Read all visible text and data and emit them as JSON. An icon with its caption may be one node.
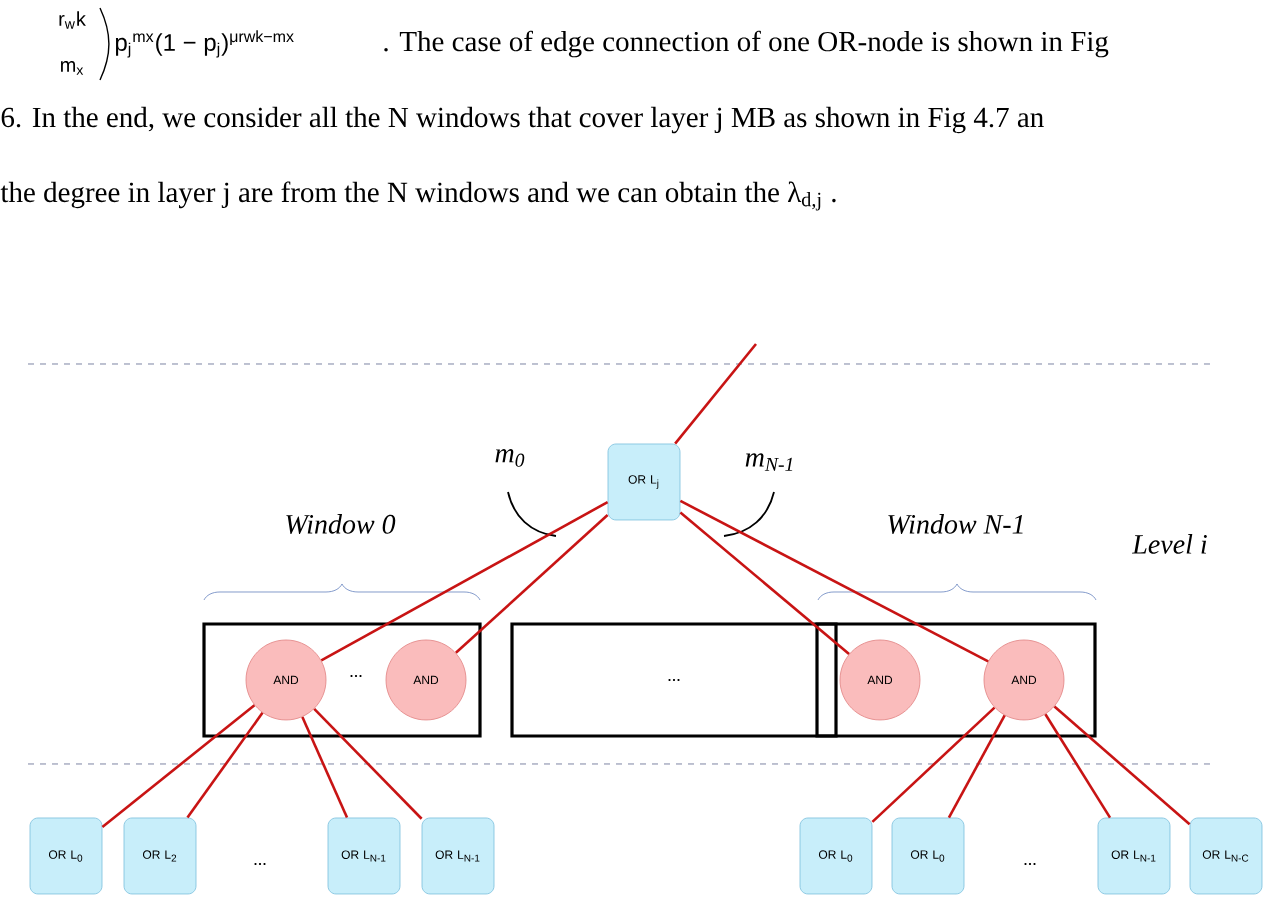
{
  "diagram": {
    "nodes": [
      {
        "text": [
          "OR L$_{j}$"
        ]
      },
      {
        "text": [],
        "shape": "box"
      },
      {
        "text": [
          "AND"
        ],
        "in": 1
      },
      {
        "text": [
          "AND"
        ],
        "in": 1
      },
      {
        "text": [
          "..."
        ]
      },
      {
        "text": [],
        "shape": "box"
      },
      {
        "text": [
          "AND"
        ],
        "in": 5
      },
      {
        "text": [
          "AND"
        ],
        "in": 5
      },
      {
        "text": [
          "OR L$_{0}$"
        ]
      },
      {
        "text": [
          "OR L$_{2}$"
        ]
      },
      {
        "text": [
          "OR L$_{N-1}$"
        ]
      },
      {
        "text": [
          "OR L$_{N-1}$"
        ]
      },
      {
        "text": [
          "OR L$_{0}$"
        ]
      },
      {
        "text": [
          "OR L$_{0}$"
        ]
      },
      {
        "text": [
          "OR L$_{N-1}$"
        ]
      },
      {
        "text": [
          "OR L$_{N-C}$"
        ]
      }
    ],
    "edges": [
      {
        "from": 0,
        "to": 2,
        "arrow": "none"
      },
      {
        "from": 0,
        "to": 3,
        "arrow": "none"
      },
      {
        "from": 0,
        "to": 6,
        "arrow": "none"
      },
      {
        "from": 0,
        "to": 7,
        "arrow": "none"
      },
      {
        "from": 0,
        "to": null,
        "arrow": "none"
      },
      {
        "from": 2,
        "to": 8,
        "arrow": "none"
      },
      {
        "from": 2,
        "to": 9,
        "arrow": "none"
      },
      {
        "from": 2,
        "to": 10,
        "arrow": "none"
      },
      {
        "from": 2,
        "to": 11,
        "arrow": "none"
      },
      {
        "from": 7,
        "to": 12,
        "arrow": "none"
      },
      {
        "from": 7,
        "to": 13,
        "arrow": "none"
      },
      {
        "from": 7,
        "to": 14,
        "arrow": "none"
      },
      {
        "from": 7,
        "to": 15,
        "arrow": "none"
      }
    ],
    "labels": [
      "r$_{w}$k",
      "m$_{x}$",
      "p$_{j}$$^{mx}$(1 − p$_{j}$)$^{μrwk−mx}$",
      ". The case of edge connection of one OR-node is shown in Fig",
      "6. In the end, we consider all the N windows that cover layer j MB as shown in Fig 4.7 an",
      "the degree in layer j are from the N windows and we can obtain the  λ$_{d,j}$  .",
      "m$_{0}$",
      "m$_{N-1}$",
      "Window 0",
      "Window N-1",
      "Level i",
      "...",
      "...",
      "..."
    ]
  }
}
